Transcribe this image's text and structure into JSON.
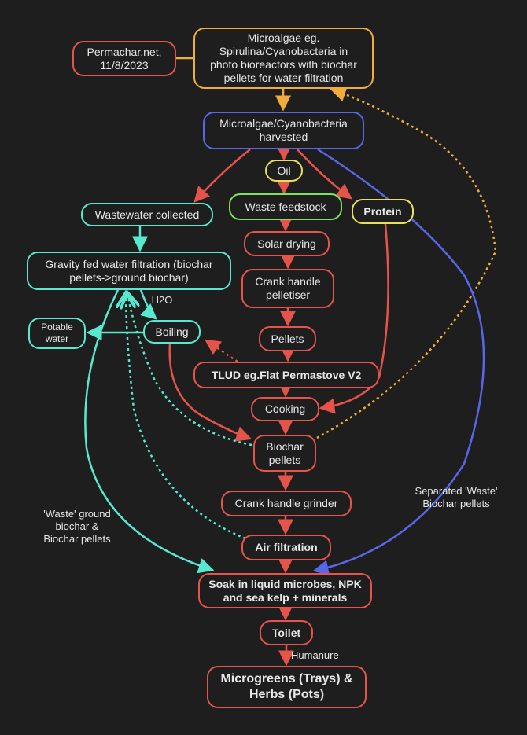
{
  "nodes": {
    "source": "Permachar.net,\n11/8/2023",
    "microalgae": "Microalgae eg.\nSpirulina/Cyanobacteria in\nphoto bioreactors with biochar\npellets for water filtration",
    "harvested": "Microalgae/Cyanobacteria\nharvested",
    "oil": "Oil",
    "wastewater": "Wastewater collected",
    "waste_feedstock": "Waste feedstock",
    "protein": "Protein",
    "gravity": "Gravity fed water filtration (biochar\npellets->ground biochar)",
    "solar": "Solar drying",
    "pelletiser": "Crank handle\npelletiser",
    "potable": "Potable\nwater",
    "boiling": "Boiling",
    "pellets": "Pellets",
    "tlud": "TLUD eg.Flat Permastove V2",
    "cooking": "Cooking",
    "biochar": "Biochar\npellets",
    "grinder": "Crank handle grinder",
    "air": "Air filtration",
    "soak": "Soak in liquid microbes, NPK\nand sea kelp + minerals",
    "toilet": "Toilet",
    "microgreens": "Microgreens (Trays) &\nHerbs (Pots)"
  },
  "edge_labels": {
    "h2o": "H2O",
    "humanure": "Humanure",
    "waste_ground": "'Waste' ground\nbiochar &\nBiochar pellets",
    "separated": "Separated 'Waste'\nBiochar pellets"
  },
  "colors": {
    "red": "#e5534b",
    "orange": "#f0ad3c",
    "blue": "#5767e8",
    "yellow": "#e7e15a",
    "green": "#7be35d",
    "teal": "#58e8cf",
    "background": "#1e1e1e",
    "text": "#e8e8e8"
  }
}
